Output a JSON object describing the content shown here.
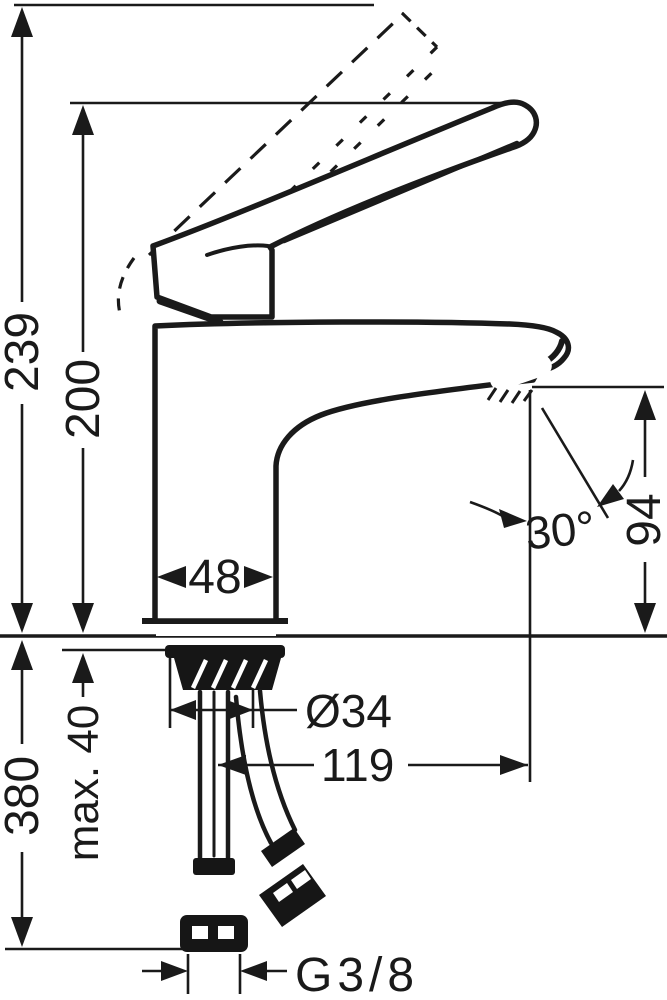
{
  "drawing": {
    "type": "technical-dimension-drawing",
    "subject": "single-lever basin mixer faucet, side elevation with flexible supply hoses",
    "colors": {
      "background": "#ffffff",
      "line": "#1a1a1a"
    },
    "labels": {
      "overall_height": "239",
      "handle_height": "200",
      "base_width": "48",
      "outlet_height": "94",
      "outlet_angle": "30°",
      "shank_diameter": "Ø34",
      "spout_reach": "119",
      "max_mounting_thickness": "max. 40",
      "hose_reach": "380",
      "connection_thread": "G3/8"
    }
  }
}
